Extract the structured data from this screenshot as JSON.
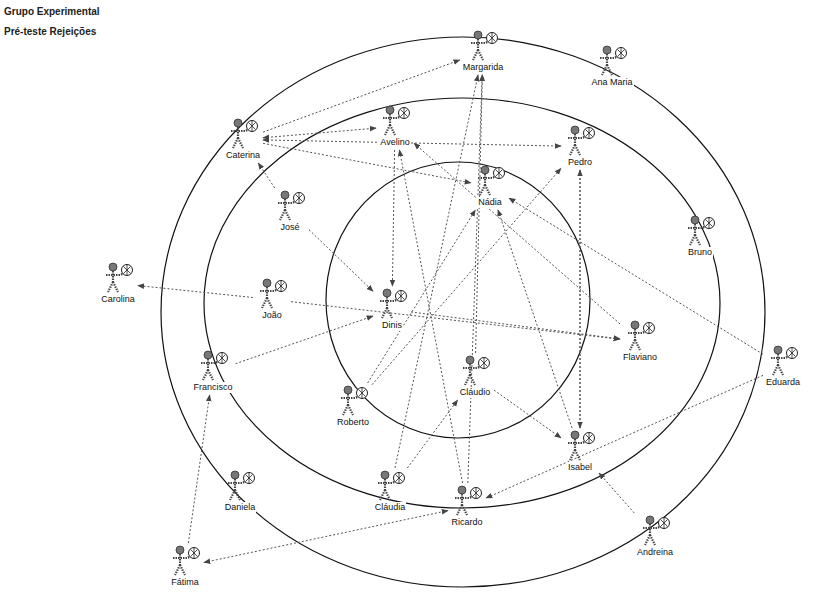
{
  "diagram": {
    "title": "Grupo Experimental",
    "nodes": [
      {
        "text": [
          "Margarida"
        ]
      },
      {
        "text": [
          "Ana Maria"
        ]
      },
      {
        "text": [
          "Caterina"
        ]
      },
      {
        "text": [
          "Avelino"
        ]
      },
      {
        "text": [
          "Pedro"
        ]
      },
      {
        "text": [
          "Nádia"
        ]
      },
      {
        "text": [
          "Bruno"
        ]
      },
      {
        "text": [
          "José"
        ]
      },
      {
        "text": [
          "Carolina"
        ]
      },
      {
        "text": [
          "João"
        ]
      },
      {
        "text": [
          "Dinis"
        ]
      },
      {
        "text": [
          "Flaviano"
        ]
      },
      {
        "text": [
          "Eduarda"
        ]
      },
      {
        "text": [
          "Francisco"
        ]
      },
      {
        "text": [
          "Cláudio"
        ]
      },
      {
        "text": [
          "Roberto"
        ]
      },
      {
        "text": [
          "Isabel"
        ]
      },
      {
        "text": [
          "Daniela"
        ]
      },
      {
        "text": [
          "Cláudia"
        ]
      },
      {
        "text": [
          "Ricardo"
        ]
      },
      {
        "text": [
          "Andreina"
        ]
      },
      {
        "text": [
          "Fátima"
        ]
      }
    ],
    "edges": [
      {
        "from": 9,
        "to": 8,
        "arrow": "to"
      },
      {
        "from": 2,
        "to": 3,
        "arrow": "both"
      },
      {
        "from": 2,
        "to": 4,
        "arrow": "both"
      },
      {
        "from": 2,
        "to": 0,
        "arrow": "to"
      },
      {
        "from": 2,
        "to": 5,
        "arrow": "to"
      },
      {
        "from": 7,
        "to": 10,
        "arrow": "to"
      },
      {
        "from": 3,
        "to": 10,
        "arrow": "to"
      },
      {
        "from": 10,
        "to": 11,
        "arrow": "to"
      },
      {
        "from": 15,
        "to": 5,
        "arrow": "to"
      },
      {
        "from": 15,
        "to": 4,
        "arrow": "to"
      },
      {
        "from": 14,
        "to": 0,
        "arrow": "to"
      },
      {
        "from": 21,
        "to": 13,
        "arrow": "to"
      },
      {
        "from": 21,
        "to": 19,
        "arrow": "both"
      },
      {
        "from": 12,
        "to": 19,
        "arrow": "to"
      },
      {
        "from": 12,
        "to": 5,
        "arrow": "to"
      },
      {
        "from": 20,
        "to": 16,
        "arrow": "to"
      },
      {
        "from": 16,
        "to": 5,
        "arrow": "to"
      },
      {
        "from": 16,
        "to": 4,
        "arrow": "to"
      },
      {
        "from": 11,
        "to": 3,
        "arrow": "to"
      },
      {
        "from": 19,
        "to": 0,
        "arrow": "to"
      },
      {
        "from": 18,
        "to": 14,
        "arrow": "to"
      },
      {
        "from": 13,
        "to": 10,
        "arrow": "to"
      },
      {
        "from": 7,
        "to": 2,
        "arrow": "to"
      },
      {
        "from": 4,
        "to": 16,
        "arrow": "to"
      },
      {
        "from": 14,
        "to": 16,
        "arrow": "to"
      },
      {
        "from": 19,
        "to": 3,
        "arrow": "to"
      },
      {
        "from": 18,
        "to": 0,
        "arrow": "to"
      },
      {
        "from": 9,
        "to": 11,
        "arrow": "to"
      }
    ],
    "labels": [
      "Pré-teste Rejeições"
    ]
  }
}
